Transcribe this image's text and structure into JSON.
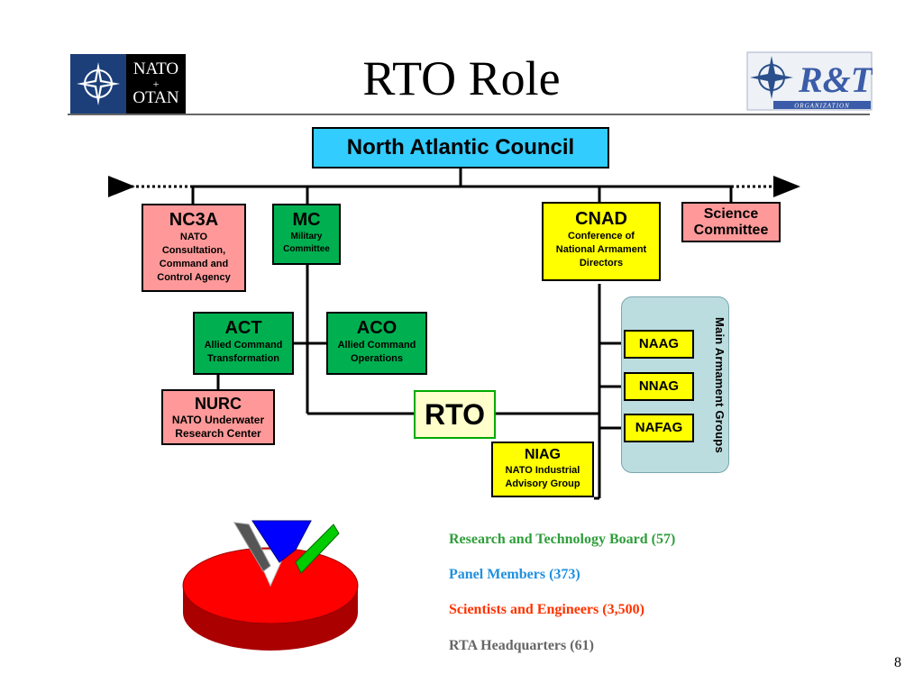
{
  "title": "RTO Role",
  "logo_left": {
    "line1": "NATO",
    "plus": "+",
    "line2": "OTAN"
  },
  "logo_right": {
    "letters": "R&T",
    "caption": "ORGANIZATION"
  },
  "boxes": {
    "nac": {
      "title": "North Atlantic Council"
    },
    "nc3a": {
      "title": "NC3A",
      "sub": [
        "NATO",
        "Consultation,",
        "Command and",
        "Control Agency"
      ]
    },
    "mc": {
      "title": "MC",
      "sub": [
        "Military",
        "Committee"
      ]
    },
    "cnad": {
      "title": "CNAD",
      "sub": [
        "Conference of",
        "National Armament",
        "Directors"
      ]
    },
    "science": {
      "title": [
        "Science",
        "Committee"
      ]
    },
    "act": {
      "title": "ACT",
      "sub": [
        "Allied Command",
        "Transformation"
      ]
    },
    "aco": {
      "title": "ACO",
      "sub": [
        "Allied Command",
        "Operations"
      ]
    },
    "nurc": {
      "title": "NURC",
      "sub": [
        "NATO Underwater",
        "Research Center"
      ]
    },
    "rto": {
      "title": "RTO"
    },
    "niag": {
      "title": "NIAG",
      "sub": [
        "NATO Industrial",
        "Advisory Group"
      ]
    },
    "naag": {
      "title": "NAAG"
    },
    "nnag": {
      "title": "NNAG"
    },
    "nafag": {
      "title": "NAFAG"
    }
  },
  "main_armament_groups": "Main Armament Groups",
  "legend": [
    {
      "text": "Research and Technology Board (57)",
      "color": "#2e9e3a"
    },
    {
      "text": "Panel Members (373)",
      "color": "#1e90e0"
    },
    {
      "text": "Scientists and Engineers (3,500)",
      "color": "#ff3300"
    },
    {
      "text": "RTA Headquarters (61)",
      "color": "#666666"
    }
  ],
  "pie_colors": {
    "main": "#ff0000",
    "blue": "#0000ff",
    "green": "#00cc00",
    "grey": "#555555"
  },
  "page_number": "8"
}
